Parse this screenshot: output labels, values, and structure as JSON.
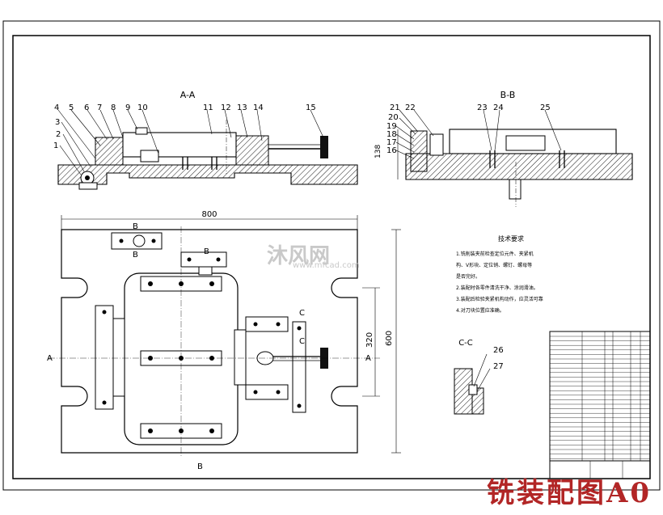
{
  "views": {
    "section_aa": "A-A",
    "section_bb": "B-B",
    "section_cc": "C-C"
  },
  "part_numbers": {
    "aa": [
      "1",
      "2",
      "3",
      "4",
      "5",
      "6",
      "7",
      "8",
      "9",
      "10",
      "11",
      "12",
      "13",
      "14",
      "15"
    ],
    "bb": [
      "16",
      "17",
      "18",
      "19",
      "20",
      "21",
      "22",
      "23",
      "24",
      "25"
    ],
    "cc": [
      "26",
      "27"
    ]
  },
  "dimensions": {
    "width": "800",
    "height": "600",
    "inner_height": "320",
    "height_bb": "138"
  },
  "markers": {
    "a_left": "A",
    "b_top": "B",
    "b_mid": "B",
    "b_bottom": "B",
    "c_top": "C",
    "c_bottom": "C"
  },
  "notes": {
    "title": "技术要求",
    "lines": [
      "1.铣削装夹前检查定位元件、夹紧机",
      "构、V形块、定位销、螺钉、螺母等",
      "是否完好。",
      "2.装配时各零件清洗干净、涂润滑油。",
      "3.装配后检验夹紧机构动作，应灵活可靠",
      "4.对刀块位置应准确。"
    ]
  },
  "watermark": {
    "text": "沐风网",
    "url": "www.mfcad.com"
  },
  "caption": "铣装配图A0",
  "colors": {
    "line": "#000000",
    "caption": "#b22626",
    "watermark": "#c9c9c9"
  }
}
